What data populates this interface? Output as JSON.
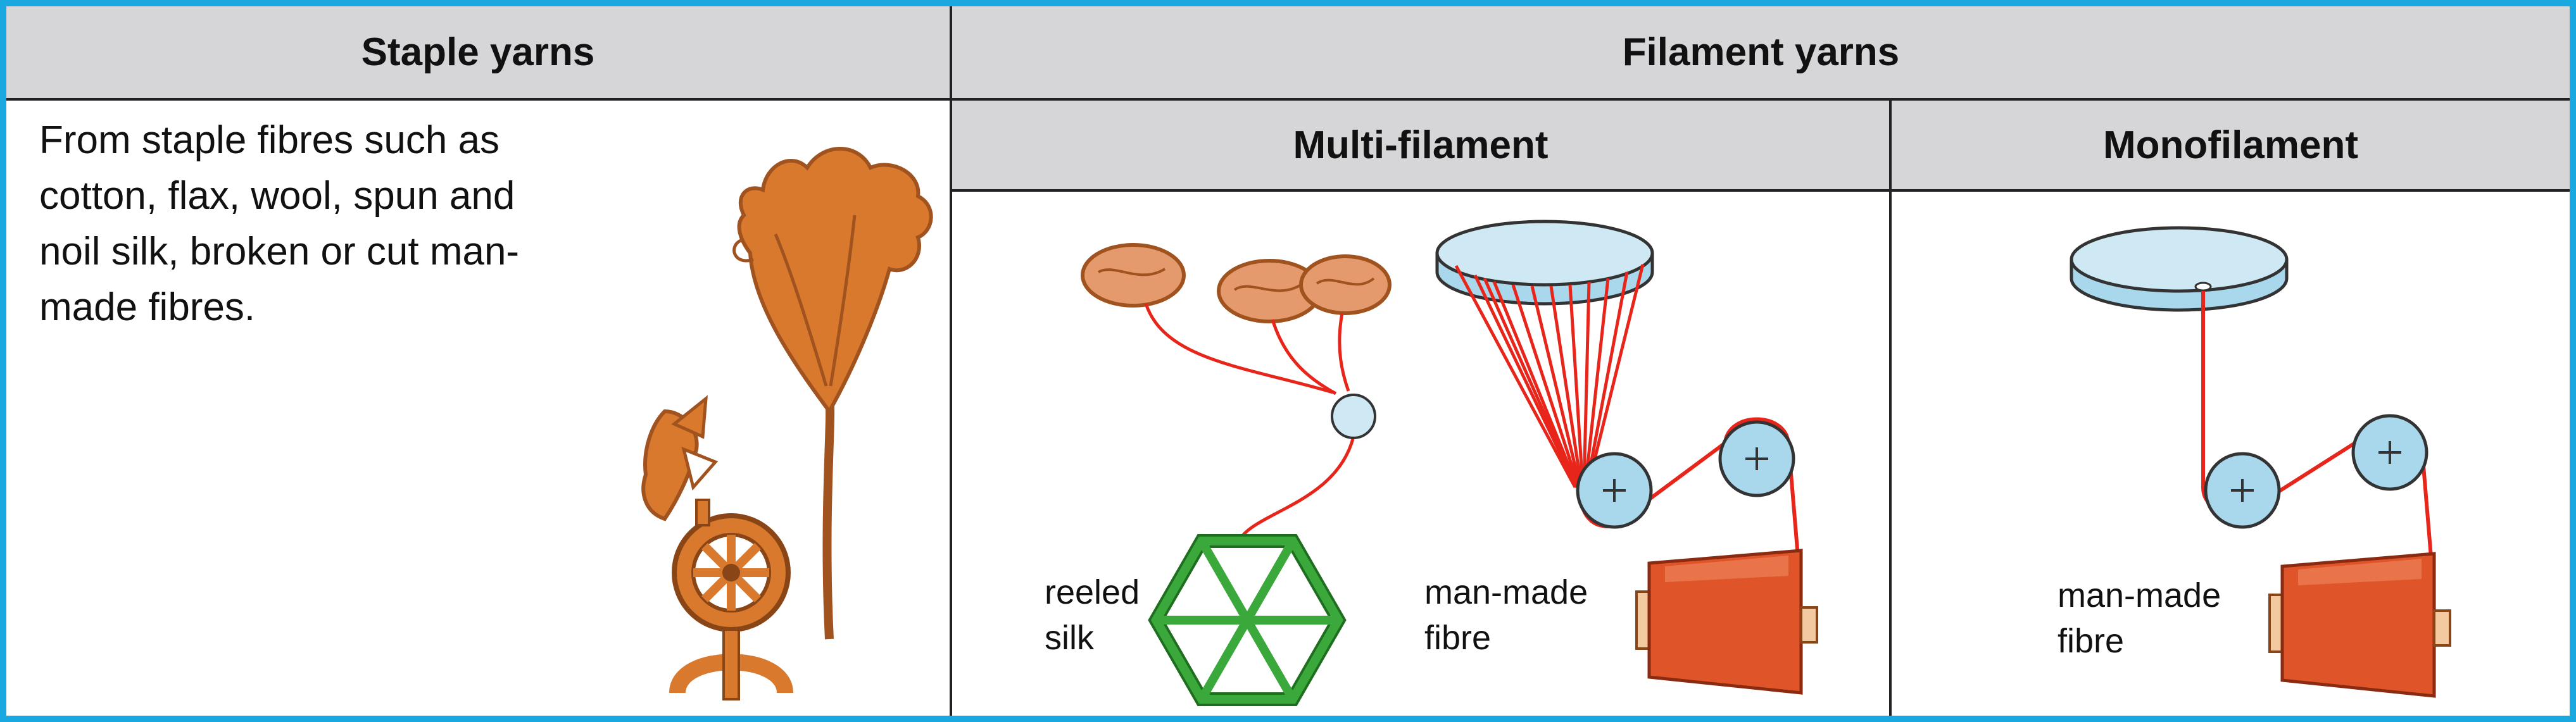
{
  "staple": {
    "header": "Staple yarns",
    "description_lines": [
      "From staple fibres such as",
      "cotton, flax, wool, spun and",
      "noil silk, broken or cut man-",
      "made fibres."
    ]
  },
  "filament": {
    "header": "Filament yarns",
    "multi": {
      "header": "Multi-filament",
      "reeled_label": [
        "reeled",
        "silk"
      ],
      "manmade_label": [
        "man-made",
        "fibre"
      ]
    },
    "mono": {
      "header": "Monofilament",
      "manmade_label": [
        "man-made",
        "fibre"
      ]
    }
  },
  "colors": {
    "border": "#1aa8e0",
    "header_bg": "#d6d6d8",
    "fibre_orange": "#d9792e",
    "thread_red": "#e8251a",
    "disc_blue": "#cfe9f4",
    "hexagon_green": "#3aa83a"
  }
}
